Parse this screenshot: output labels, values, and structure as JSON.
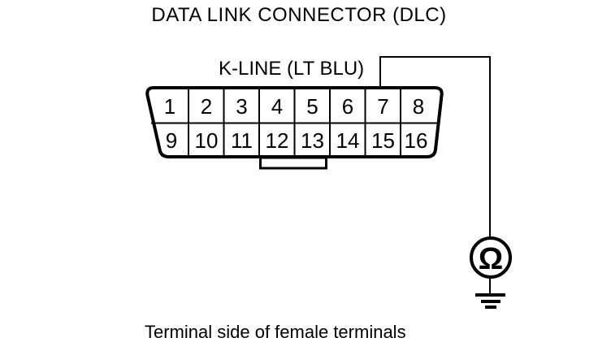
{
  "title": "DATA LINK CONNECTOR (DLC)",
  "wire_label": "K-LINE (LT BLU)",
  "caption": "Terminal side of female terminals",
  "connector": {
    "name": "data-link-connector",
    "rows": 2,
    "columns": 8,
    "pins": [
      "1",
      "2",
      "3",
      "4",
      "5",
      "6",
      "7",
      "8",
      "9",
      "10",
      "11",
      "12",
      "13",
      "14",
      "15",
      "16"
    ]
  },
  "meter": {
    "symbol": "Ω",
    "type": "ohmmeter",
    "connected_pin": "7",
    "connected_to": "ground"
  },
  "colors": {
    "ink": "#000000",
    "background": "#ffffff"
  }
}
